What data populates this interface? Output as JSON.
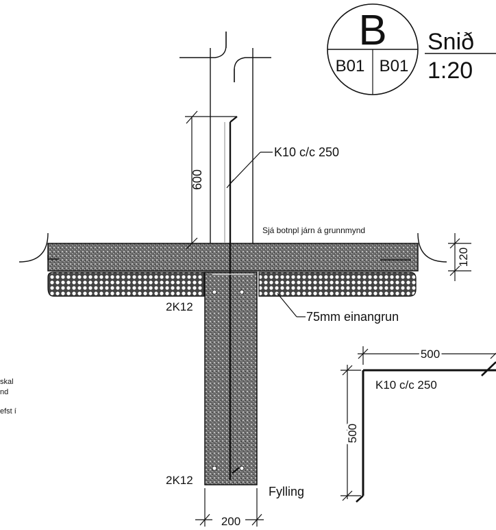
{
  "title_block": {
    "section_letter": "B",
    "sheet_left": "B01",
    "sheet_right": "B01",
    "label": "Snið",
    "scale": "1:20"
  },
  "annotations": {
    "rebar_wall": "K10 c/c 250",
    "slab_note": "Sjá botnpl járn á grunnmynd",
    "insulation": "75mm einangrun",
    "top_bars": "2K12",
    "bottom_bars": "2K12",
    "fill": "Fylling"
  },
  "dimensions": {
    "wall_bar_length": "600",
    "slab_thickness": "120",
    "footing_width": "200",
    "bend_horizontal": "500",
    "bend_vertical": "500"
  },
  "bar_detail": {
    "label": "K10 c/c 250"
  },
  "side_note": {
    "line1": "skal",
    "line2": "nd",
    "line3": "efst í"
  },
  "colors": {
    "ink": "#111111",
    "concrete": "#6e6e6e",
    "insulation": "#555555"
  }
}
